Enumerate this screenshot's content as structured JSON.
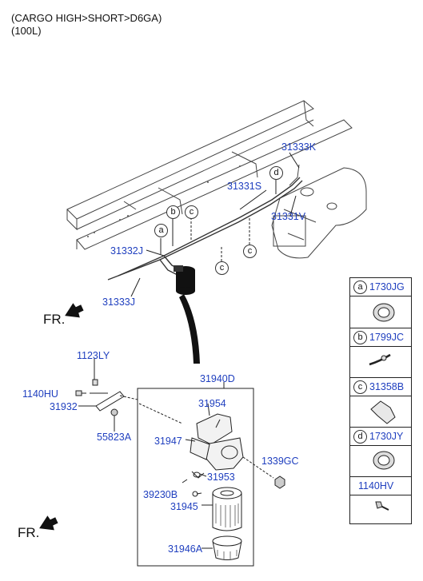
{
  "header": {
    "line1": "(CARGO HIGH>SHORT>D6GA)",
    "line2": "(100L)"
  },
  "front_marker": "FR.",
  "parts": {
    "p31333K": "31333K",
    "p31331S": "31331S",
    "p31331V": "31331V",
    "p31332J": "31332J",
    "p31333J": "31333J",
    "p1123LY": "1123LY",
    "p1140HU": "1140HU",
    "p31932": "31932",
    "p55823A": "55823A",
    "p31940D": "31940D",
    "p31954": "31954",
    "p31947": "31947",
    "p1339GC": "1339GC",
    "p31953": "31953",
    "p39230B": "39230B",
    "p31945": "31945",
    "p31946A": "31946A"
  },
  "callouts": {
    "a": "a",
    "b": "b",
    "c": "c",
    "d": "d"
  },
  "legend": [
    {
      "letter": "a",
      "code": "1730JG"
    },
    {
      "letter": "b",
      "code": "1799JC"
    },
    {
      "letter": "c",
      "code": "31358B"
    },
    {
      "letter": "d",
      "code": "1730JY"
    },
    {
      "letter": "",
      "code": "1140HV"
    }
  ],
  "colors": {
    "label": "#1f3fbf",
    "line": "#222222"
  }
}
